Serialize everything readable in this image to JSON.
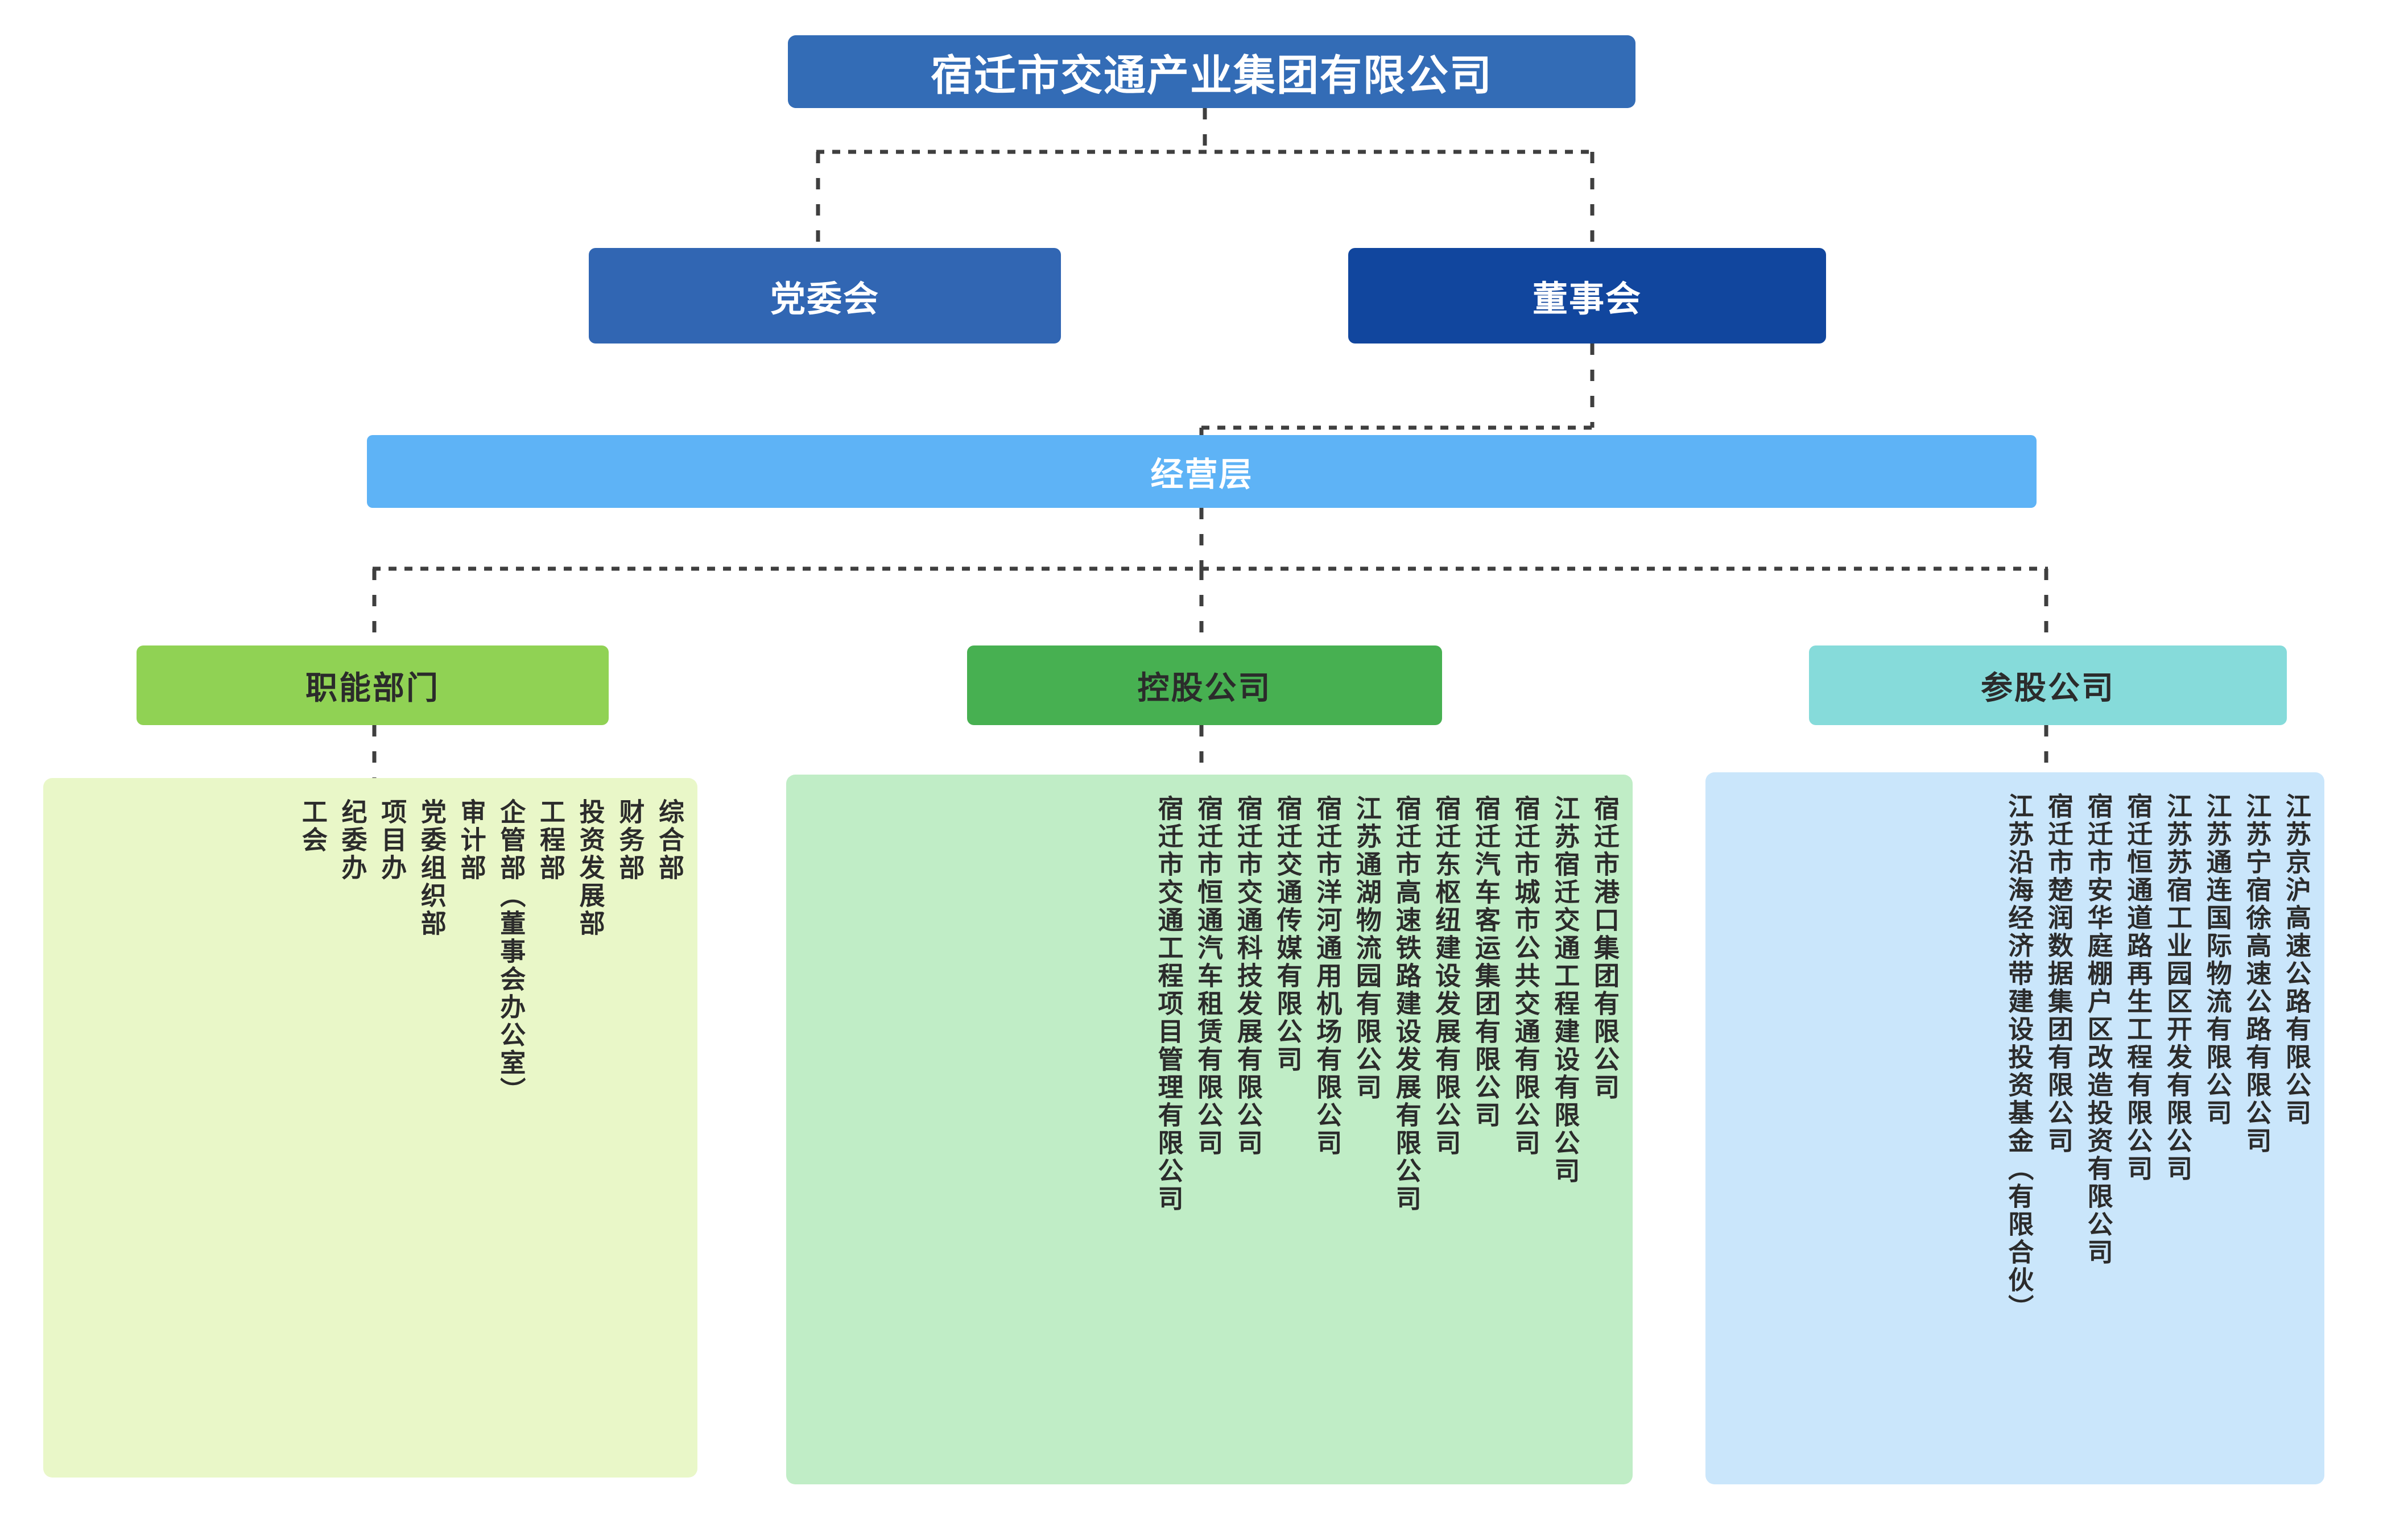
{
  "chart_title": "宿迁市交通产业集团有限公司",
  "colors": {
    "root_box": "#336CB6",
    "party_box": "#3166B3",
    "board_box": "#11469E",
    "management_bar": "#5EB3F6",
    "category_functional": "#90D254",
    "category_holding": "#47B051",
    "category_participating": "#86DBDA",
    "panel_functional": "#E9F7C8",
    "panel_holding": "#C0EDC6",
    "panel_participating": "#CAE6FB",
    "connector_line": "#3F3F3F",
    "text_light": "#FFFFFF",
    "text_dark": "#2B2B2B"
  },
  "root": {
    "label": "宿迁市交通产业集团有限公司"
  },
  "level2": {
    "party": {
      "label": "党委会"
    },
    "board": {
      "label": "董事会"
    }
  },
  "level3": {
    "management": {
      "label": "经营层"
    }
  },
  "categories": [
    {
      "key": "functional",
      "label": "职能部门"
    },
    {
      "key": "holding",
      "label": "控股公司"
    },
    {
      "key": "participating",
      "label": "参股公司"
    }
  ],
  "functional_departments": [
    "综合部",
    "财务部",
    "投资发展部",
    "工程部",
    "企管部（董事会办公室）",
    "审计部",
    "党委组织部",
    "项目办",
    "纪委办",
    "工会"
  ],
  "holding_companies": [
    "宿迁市港口集团有限公司",
    "江苏宿迁交通工程建设有限公司",
    "宿迁市城市公共交通有限公司",
    "宿迁汽车客运集团有限公司",
    "宿迁东枢纽建设发展有限公司",
    "宿迁市高速铁路建设发展有限公司",
    "江苏通湖物流园有限公司",
    "宿迁市洋河通用机场有限公司",
    "宿迁交通传媒有限公司",
    "宿迁市交通科技发展有限公司",
    "宿迁市恒通汽车租赁有限公司",
    "宿迁市交通工程项目管理有限公司"
  ],
  "participating_companies": [
    "江苏京沪高速公路有限公司",
    "江苏宁宿徐高速公路有限公司",
    "江苏通连国际物流有限公司",
    "江苏苏宿工业园区开发有限公司",
    "宿迁恒通道路再生工程有限公司",
    "宿迁市安华庭棚户区改造投资有限公司",
    "宿迁市楚润数据集团有限公司",
    "江苏沿海经济带建设投资基金（有限合伙）"
  ]
}
